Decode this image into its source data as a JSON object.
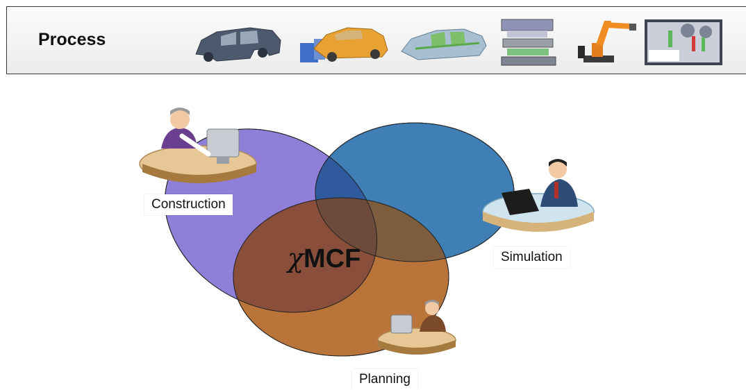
{
  "banner": {
    "title": "Process",
    "thumbnails": [
      {
        "icon": "car-body-frame-icon"
      },
      {
        "icon": "car-assembly-icon"
      },
      {
        "icon": "car-body-structure-icon"
      },
      {
        "icon": "press-tool-stack-icon"
      },
      {
        "icon": "industrial-robot-icon"
      },
      {
        "icon": "factory-cell-screenshot-icon"
      }
    ]
  },
  "diagram": {
    "center_label": "MCF",
    "center_symbol": "χ",
    "roles": {
      "construction": "Construction",
      "simulation": "Simulation",
      "planning": "Planning"
    },
    "colors": {
      "construction_ellipse": "#8f7fd9",
      "simulation_ellipse": "#3f7fb5",
      "planning_ellipse": "#b9743a",
      "intersection": "#7e4a3c"
    }
  }
}
